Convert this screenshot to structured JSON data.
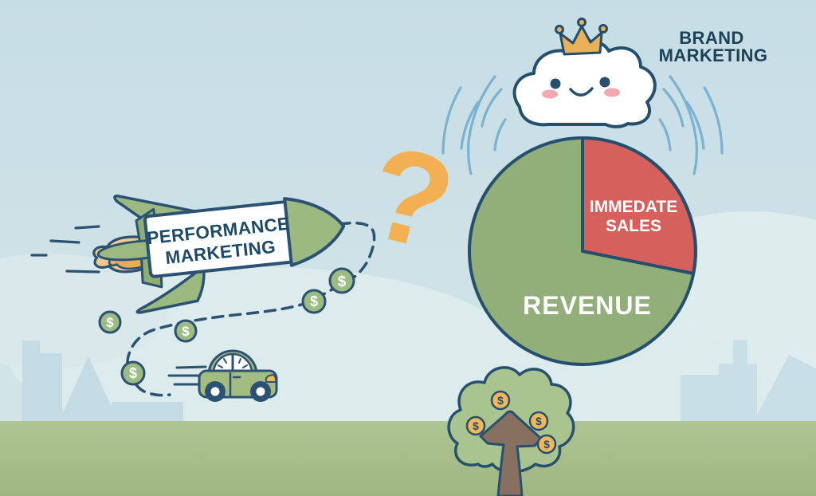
{
  "illustration": {
    "rocket_label": {
      "line1": "PERFORMANCE",
      "line2": "MARKETING"
    },
    "brand_label": {
      "line1": "BRAND",
      "line2": "MARKETING"
    },
    "pie": {
      "revenue_label": "REVENUE",
      "slice_label_line1": "IMMEDATE",
      "slice_label_line2": "SALES"
    },
    "question_mark": "?",
    "coin_symbol": "$",
    "colors": {
      "sky": "#cde1e7",
      "ground": "#a8bf8a",
      "pie_green": "#92af7a",
      "pie_red": "#d6605c",
      "outline_navy": "#2b5272",
      "text_navy": "#1d4a68",
      "gold": "#f0b45c",
      "question_orange": "#f3b052",
      "arc_blue": "#7ab2d3",
      "cheek_pink": "#f4a8b2",
      "coin_green": "#9bbd84",
      "trunk_brown": "#87705f"
    }
  },
  "chart_data": {
    "type": "pie",
    "labels": [
      "REVENUE",
      "IMMEDATE SALES"
    ],
    "values": [
      72,
      28
    ],
    "colors": [
      "#92af7a",
      "#d6605c"
    ],
    "title": "",
    "legend": "labels drawn inside slices"
  }
}
